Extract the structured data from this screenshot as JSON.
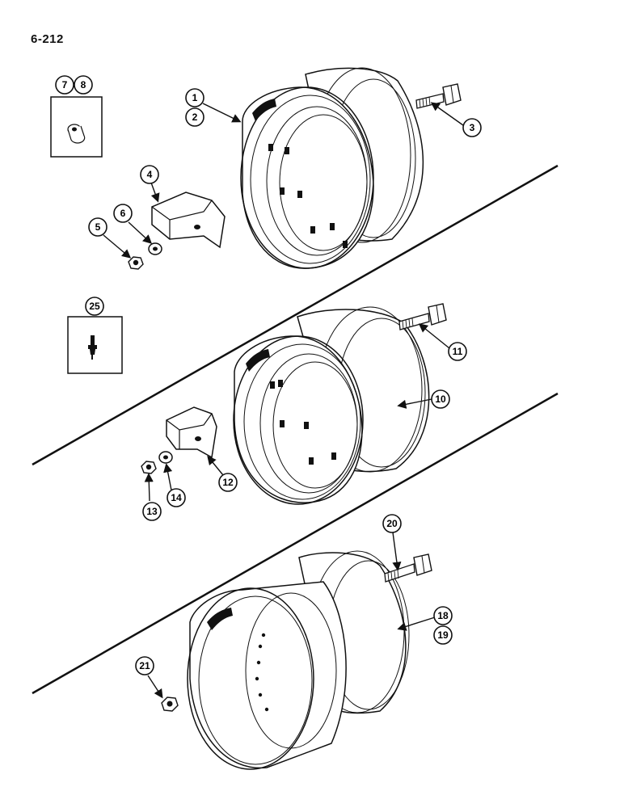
{
  "page": {
    "number": "6-212"
  },
  "callouts": {
    "c1": "1",
    "c2": "2",
    "c3": "3",
    "c4": "4",
    "c5": "5",
    "c6": "6",
    "c7": "7",
    "c8": "8",
    "c10": "10",
    "c11": "11",
    "c12": "12",
    "c13": "13",
    "c14": "14",
    "c18": "18",
    "c19": "19",
    "c20": "20",
    "c21": "21",
    "c25": "25"
  },
  "icons": {
    "wheel": "wheel-rim-icon",
    "bolt": "bolt-icon",
    "nut": "nut-icon",
    "washer": "washer-icon",
    "clamp": "clamp-icon",
    "valve": "valve-stem-icon",
    "insert": "insert-icon"
  }
}
